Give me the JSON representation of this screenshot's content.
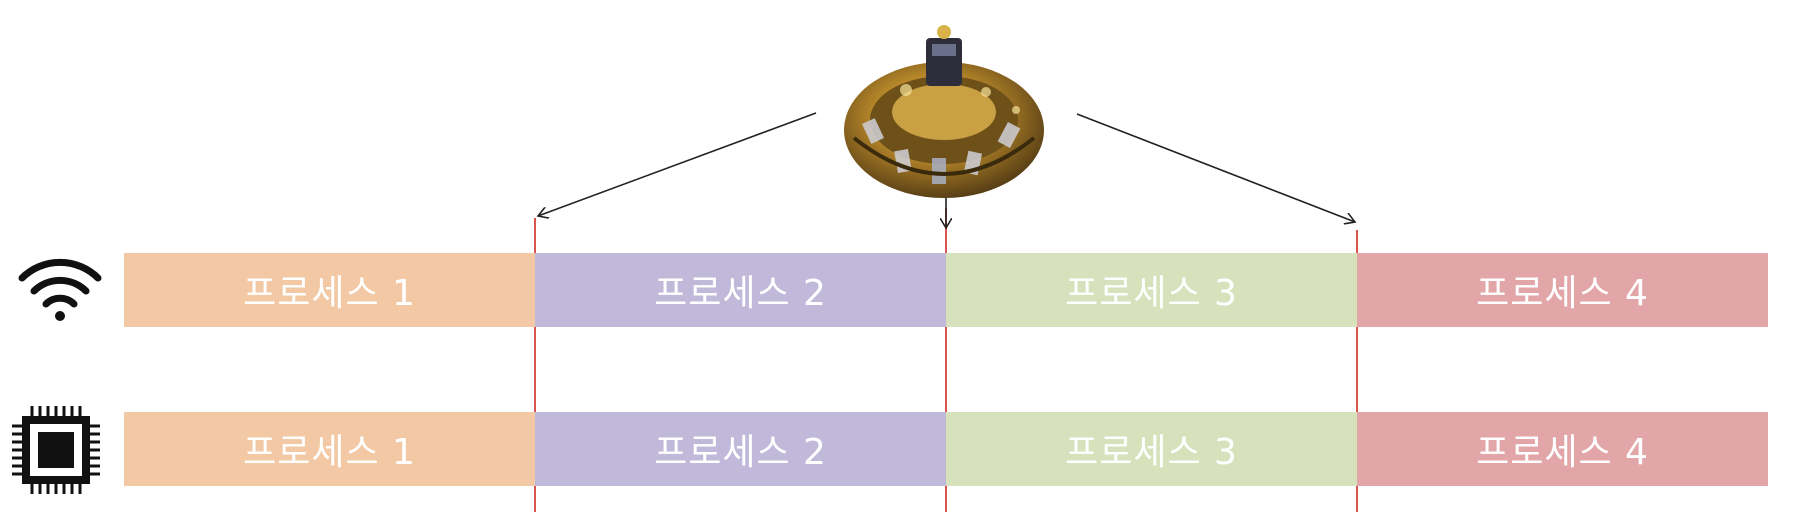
{
  "rows": [
    {
      "resource_icon": "wifi-icon",
      "segments": [
        {
          "label": "프로세스 1",
          "color": "#f2c9a4"
        },
        {
          "label": "프로세스 2",
          "color": "#c1b9d9"
        },
        {
          "label": "프로세스 3",
          "color": "#d7e2bd"
        },
        {
          "label": "프로세스 4",
          "color": "#e3a6a8"
        }
      ]
    },
    {
      "resource_icon": "cpu-chip-icon",
      "segments": [
        {
          "label": "프로세스 1",
          "color": "#f2c9a4"
        },
        {
          "label": "프로세스 2",
          "color": "#c1b9d9"
        },
        {
          "label": "프로세스 3",
          "color": "#d7e2bd"
        },
        {
          "label": "프로세스 4",
          "color": "#e3a6a8"
        }
      ]
    }
  ],
  "scheduler_icon": "golden-machine-icon",
  "boundary_color": "#d9534f"
}
